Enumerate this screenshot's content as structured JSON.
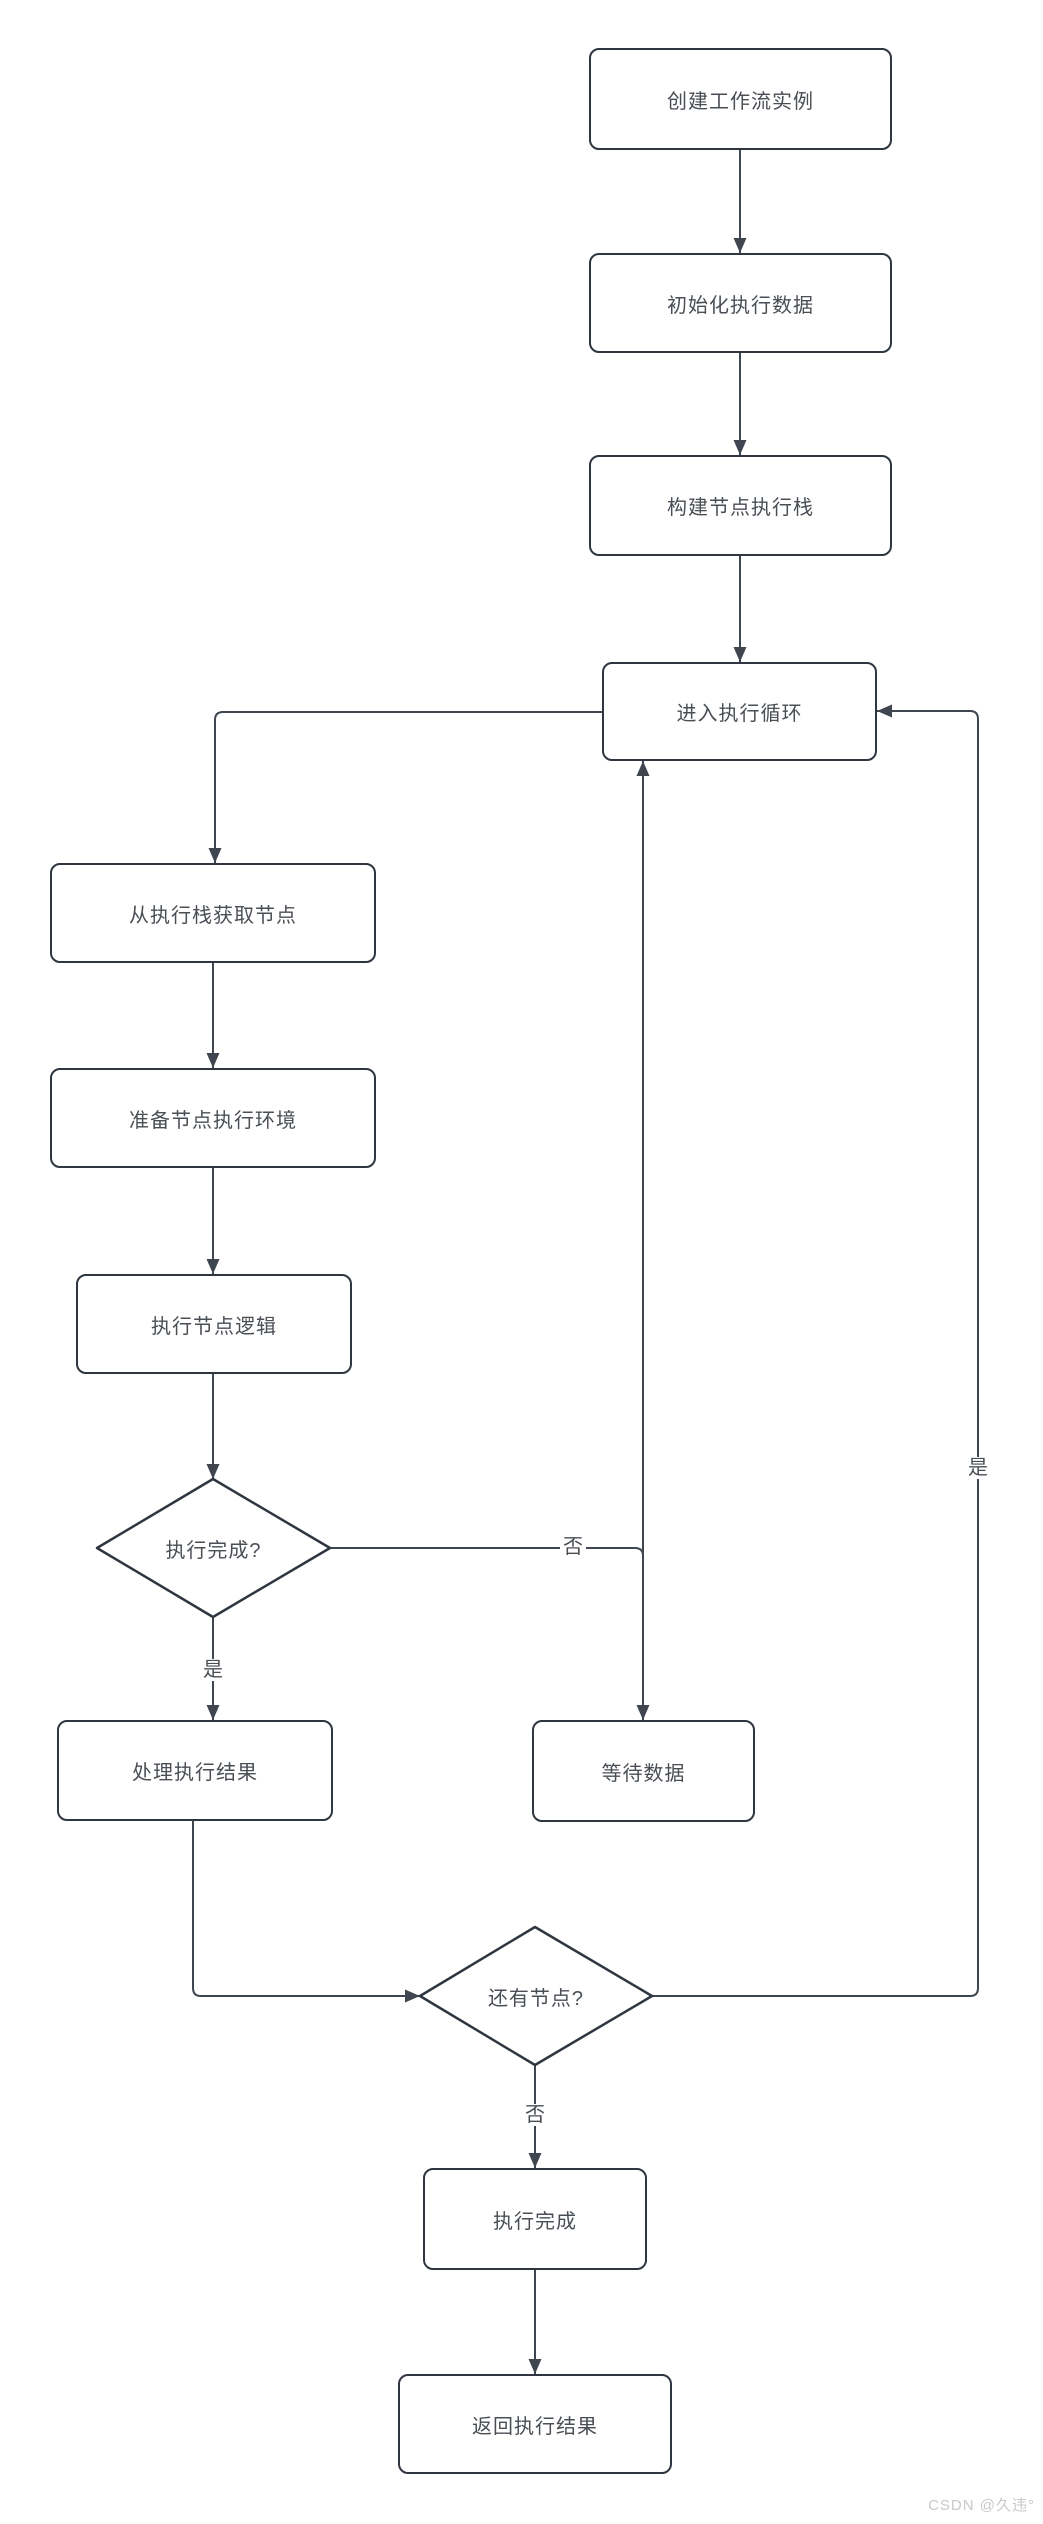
{
  "diagram": {
    "nodes": [
      {
        "label": "创建工作流实例"
      },
      {
        "label": "初始化执行数据"
      },
      {
        "label": "构建节点执行栈"
      },
      {
        "label": "进入执行循环"
      },
      {
        "label": "从执行栈获取节点"
      },
      {
        "label": "准备节点执行环境"
      },
      {
        "label": "执行节点逻辑"
      },
      {
        "label": "执行完成?"
      },
      {
        "label": "处理执行结果"
      },
      {
        "label": "等待数据"
      },
      {
        "label": "还有节点?"
      },
      {
        "label": "执行完成"
      },
      {
        "label": "返回执行结果"
      }
    ],
    "edge_labels": {
      "d1_yes": "是",
      "d1_no": "否",
      "d2_yes": "是",
      "d2_no": "否"
    },
    "watermark": "CSDN @久违°"
  },
  "colors": {
    "node_border": "#2f3640",
    "edge_line": "#40464f",
    "node_text": "#4a4f55",
    "watermark_text": "#c9c9c9",
    "background": "#ffffff"
  }
}
